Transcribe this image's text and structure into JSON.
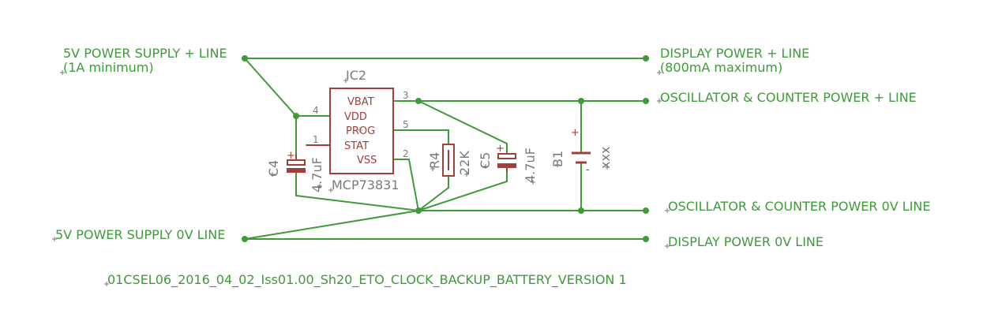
{
  "labels": {
    "supply_plus": "5V POWER SUPPLY + LINE",
    "supply_plus_note": "(1A minimum)",
    "display_plus": "DISPLAY  POWER + LINE",
    "display_plus_note": "(800mA maximum)",
    "osc_plus": "OSCILLATOR & COUNTER POWER + LINE",
    "osc_zero": "OSCILLATOR & COUNTER POWER 0V LINE",
    "supply_zero": "5V POWER SUPPLY 0V LINE",
    "display_zero": "DISPLAY POWER 0V LINE",
    "footer": "01CSEL06_2016_04_02_Iss01.00_Sh20_ETO_CLOCK_BACKUP_BATTERY_VERSION 1"
  },
  "ic": {
    "name": "IC2",
    "value": "MCP73831",
    "pins": [
      "VBAT",
      "VDD",
      "PROG",
      "STAT",
      "VSS"
    ],
    "pin_numbers": [
      "3",
      "4",
      "5",
      "1",
      "2"
    ]
  },
  "c4": {
    "name": "C4",
    "value": "4.7uF",
    "plus": "+"
  },
  "c5": {
    "name": "C5",
    "value": "4.7uF",
    "plus": "+"
  },
  "r4": {
    "name": "R4",
    "value": "22K"
  },
  "b1": {
    "name": "B1",
    "value": "xxx",
    "plus": "+",
    "minus": "-"
  },
  "colors": {
    "net": "#3f9a3a",
    "part": "#a0403a",
    "name": "#7a7a7a",
    "background": "#ffffff"
  }
}
